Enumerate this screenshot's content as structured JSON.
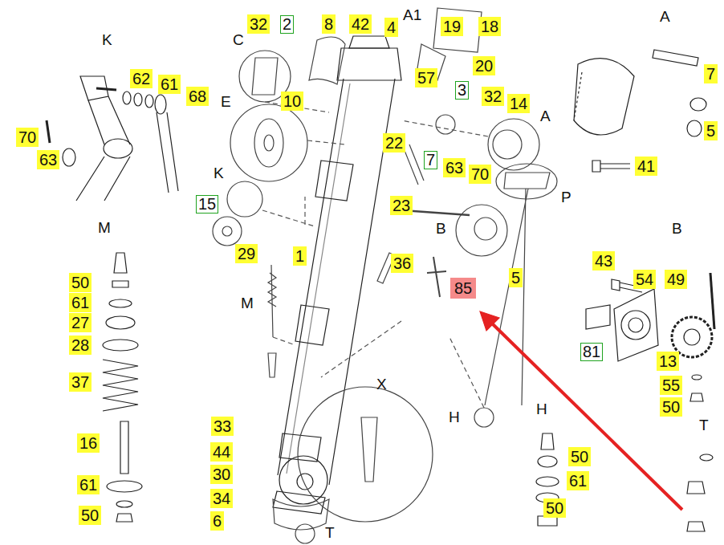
{
  "diagram": {
    "labels": [
      "K",
      "62",
      "61",
      "68",
      "70",
      "63",
      "32",
      "2",
      "8",
      "42",
      "4",
      "A1",
      "19",
      "18",
      "20",
      "57",
      "C",
      "10",
      "E",
      "3",
      "32",
      "14",
      "A",
      "22",
      "7",
      "63",
      "70",
      "23",
      "K",
      "15",
      "P",
      "B",
      "29",
      "1",
      "M",
      "36",
      "85",
      "5",
      "X",
      "H",
      "33",
      "44",
      "30",
      "34",
      "6",
      "T",
      "M",
      "50",
      "61",
      "27",
      "28",
      "37",
      "16",
      "61",
      "50",
      "A",
      "7",
      "5",
      "41",
      "B",
      "43",
      "54",
      "49",
      "81",
      "13",
      "55",
      "50",
      "T",
      "H",
      "50",
      "61",
      "50"
    ]
  }
}
